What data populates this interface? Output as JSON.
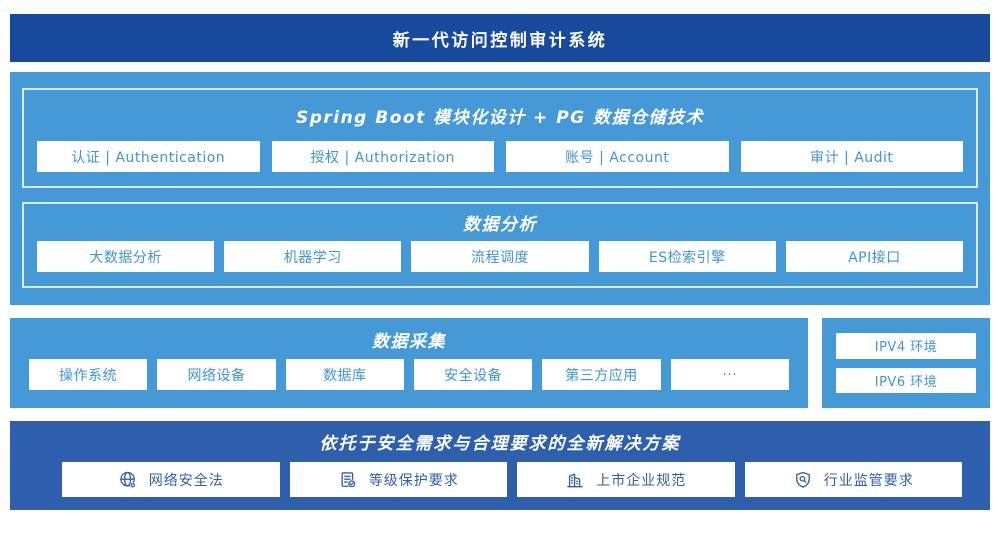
{
  "banner": {
    "title": "新一代访问控制审计系统"
  },
  "platform": {
    "modules": {
      "title": "Spring Boot 模块化设计 + PG 数据仓储技术",
      "items": [
        "认证 | Authentication",
        "授权 | Authorization",
        "账号 | Account",
        "审计 | Audit"
      ]
    },
    "analysis": {
      "title": "数据分析",
      "items": [
        "大数据分析",
        "机器学习",
        "流程调度",
        "ES检索引擎",
        "API接口"
      ]
    }
  },
  "collection": {
    "title": "数据采集",
    "items": [
      "操作系统",
      "网络设备",
      "数据库",
      "安全设备",
      "第三方应用",
      "···"
    ]
  },
  "environment": {
    "items": [
      "IPV4 环境",
      "IPV6 环境"
    ]
  },
  "solution": {
    "title": "依托于安全需求与合理要求的全新解决方案",
    "items": [
      {
        "icon": "globe-icon",
        "label": "网络安全法"
      },
      {
        "icon": "document-check-icon",
        "label": "等级保护要求"
      },
      {
        "icon": "building-icon",
        "label": "上市企业规范"
      },
      {
        "icon": "shield-magnifier-icon",
        "label": "行业监管要求"
      }
    ]
  },
  "colors": {
    "banner_bg": "#17499C",
    "section_bg": "#4599D6",
    "solution_bg": "#2E5FAD",
    "chip_text": "#3E96D4",
    "solution_chip_text": "#2E5FAD",
    "chip_bg": "#FFFFFF"
  }
}
